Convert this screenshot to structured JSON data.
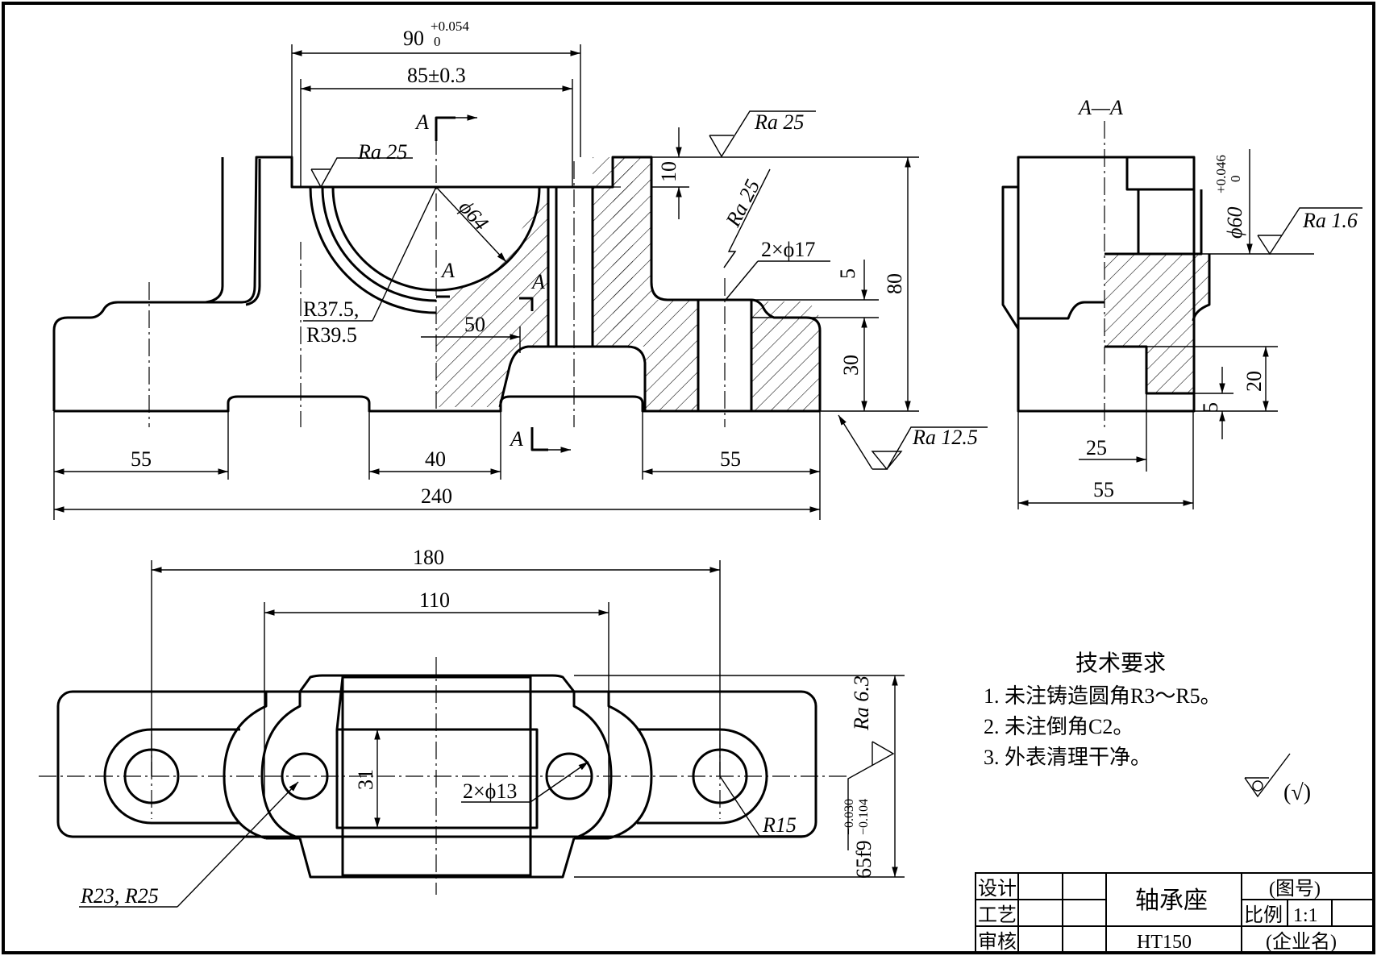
{
  "front_view": {
    "dims": {
      "d90": "90",
      "d90_tol_upper": "+0.054",
      "d90_tol_lower": "0",
      "d85": "85±0.3",
      "phi64": "ϕ64",
      "r375": "R37.5,",
      "r395": "R39.5",
      "d50": "50",
      "d10": "10",
      "d5": "5",
      "d80": "80",
      "d30": "30",
      "d55_left": "55",
      "d40": "40",
      "d55_right": "55",
      "d240": "240",
      "holes17": "2×ϕ17"
    },
    "section_labels": {
      "a_top": "A",
      "a_mid1": "A",
      "a_mid2": "A",
      "a_bottom": "A"
    },
    "roughness": {
      "ra_bore": "Ra 25",
      "ra_top": "Ra 25",
      "ra_hole": "Ra 25",
      "ra_bottom": "Ra 12.5"
    }
  },
  "side_view": {
    "title": "A—A",
    "dims": {
      "phi60": "ϕ60",
      "phi60_tol_upper": "+0.046",
      "phi60_tol_lower": "0",
      "d20": "20",
      "d5": "5",
      "d25": "25",
      "d55": "55"
    },
    "roughness": {
      "ra_bore": "Ra 1.6"
    }
  },
  "top_view": {
    "dims": {
      "d180": "180",
      "d110": "110",
      "d31": "31",
      "holes13": "2×ϕ13",
      "r15": "R15",
      "r23_25": "R23, R25",
      "d65": "65f9",
      "d65_tol_upper": "−0.030",
      "d65_tol_lower": "−0.104"
    },
    "roughness": {
      "ra_side": "Ra 6.3"
    }
  },
  "notes": {
    "title": "技术要求",
    "items": [
      "1. 未注铸造圆角R3～R5。",
      "2. 未注倒角C2。",
      "3. 外表清理干净。"
    ],
    "general_roughness": "(√)"
  },
  "title_block": {
    "design": "设计",
    "process": "工艺",
    "review": "审核",
    "part_name": "轴承座",
    "drawing_no": "(图号)",
    "scale_label": "比例",
    "scale_value": "1:1",
    "material": "HT150",
    "company": "(企业名)"
  }
}
